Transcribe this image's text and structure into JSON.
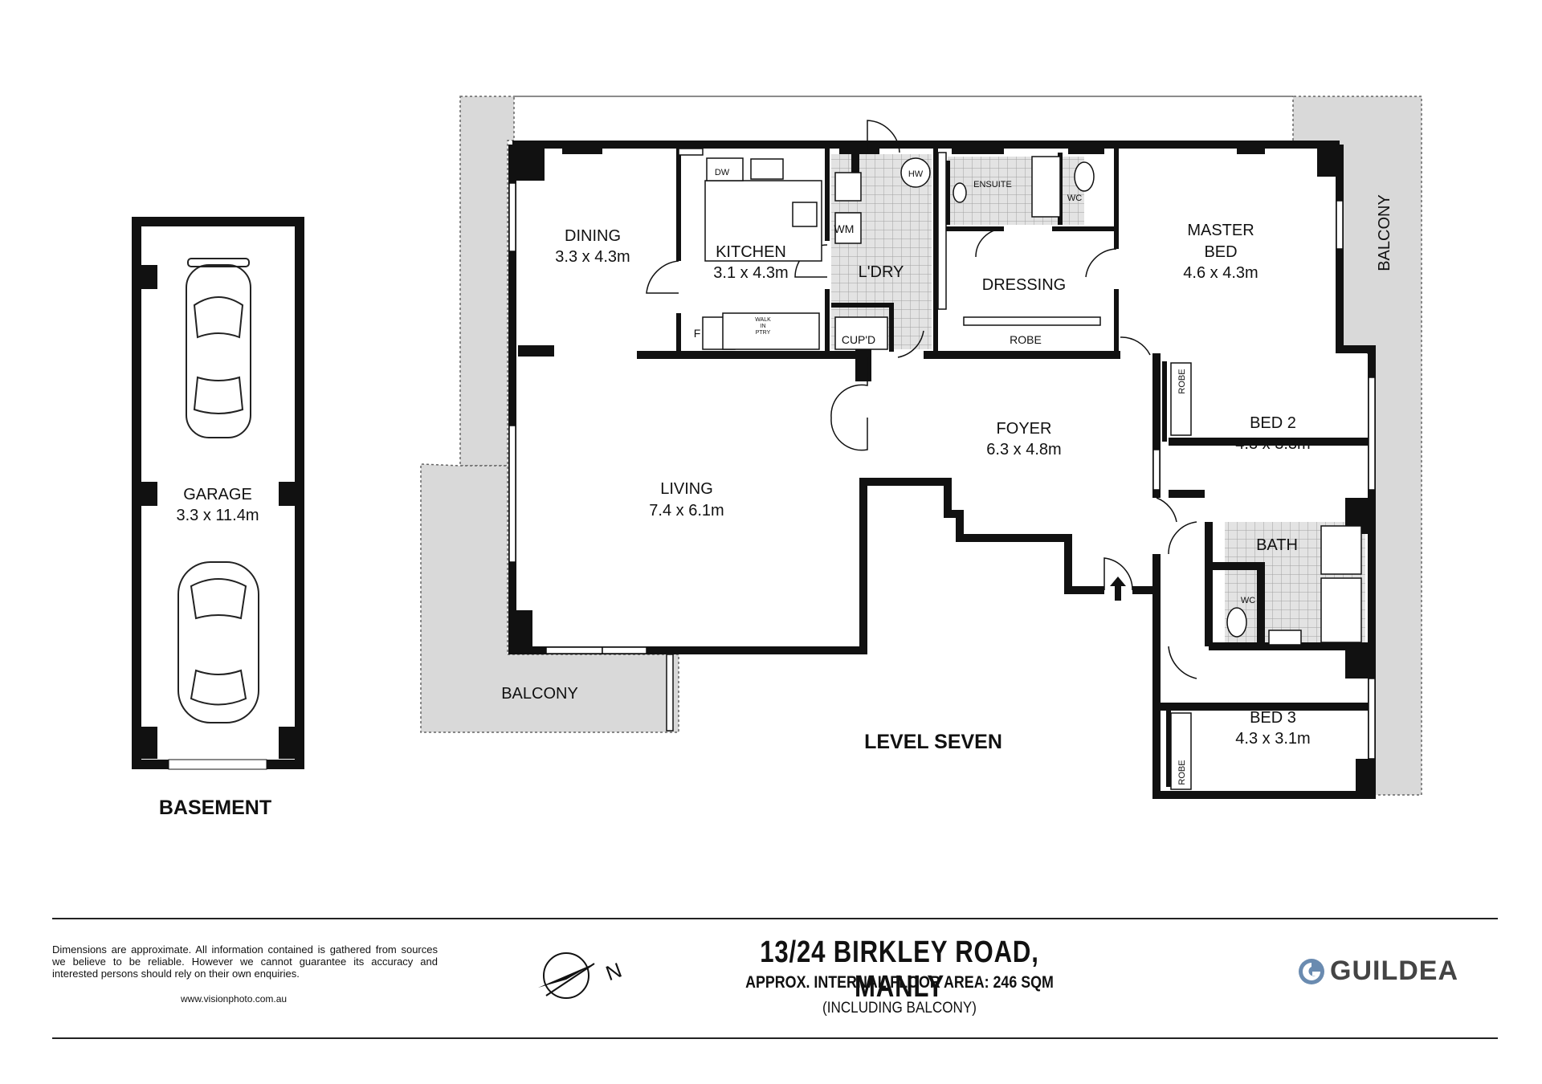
{
  "basement": {
    "title": "BASEMENT",
    "garage": {
      "name": "GARAGE",
      "dims": "3.3 x 11.4m"
    }
  },
  "level": {
    "title": "LEVEL SEVEN",
    "rooms": {
      "dining": {
        "name": "DINING",
        "dims": "3.3 x 4.3m"
      },
      "kitchen": {
        "name": "KITCHEN",
        "dims": "3.1 x 4.3m"
      },
      "laundry": {
        "name": "L'DRY"
      },
      "ensuite": {
        "name": "ENSUITE"
      },
      "wc_ensuite": {
        "name": "WC"
      },
      "dressing": {
        "name": "DRESSING"
      },
      "robe_dressing": {
        "name": "ROBE"
      },
      "master": {
        "name": "MASTER",
        "name2": "BED",
        "dims": "4.6 x 4.3m"
      },
      "balcony_east": {
        "name": "BALCONY"
      },
      "living": {
        "name": "LIVING",
        "dims": "7.4 x 6.1m"
      },
      "foyer": {
        "name": "FOYER",
        "dims": "6.3 x 4.8m"
      },
      "bed2": {
        "name": "BED 2",
        "dims": "4.3 x 3.3m"
      },
      "robe_bed2": {
        "name": "ROBE"
      },
      "bath": {
        "name": "BATH"
      },
      "wc_bath": {
        "name": "WC"
      },
      "bed3": {
        "name": "BED 3",
        "dims": "4.3 x 3.1m"
      },
      "robe_bed3": {
        "name": "ROBE"
      },
      "balcony_south": {
        "name": "BALCONY"
      },
      "cupboard": {
        "name": "CUP'D"
      }
    },
    "fixtures": {
      "dw": "DW",
      "hw": "HW",
      "wm": "WM",
      "fridge": "F",
      "pantry_1": "WALK",
      "pantry_2": "IN",
      "pantry_3": "PTRY"
    }
  },
  "footer": {
    "disclaimer": "Dimensions are approximate. All information contained is gathered from sources we believe to be reliable. However we cannot guarantee its accuracy and interested persons should rely on their own enquiries.",
    "website": "www.visionphoto.com.au",
    "address": "13/24 BIRKLEY ROAD, MANLY",
    "floor_area": "APPROX. INTERNAL FLOOR AREA: 246 SQM",
    "including": "(INCLUDING BALCONY)",
    "brand": "GUILDEA",
    "compass_letter": "N"
  },
  "colors": {
    "wall": "#111111",
    "balcony": "#d9d9d9",
    "tile": "#c8c8c8",
    "brand": "#4a4a4a",
    "brand_icon": "#6a8bb0"
  }
}
